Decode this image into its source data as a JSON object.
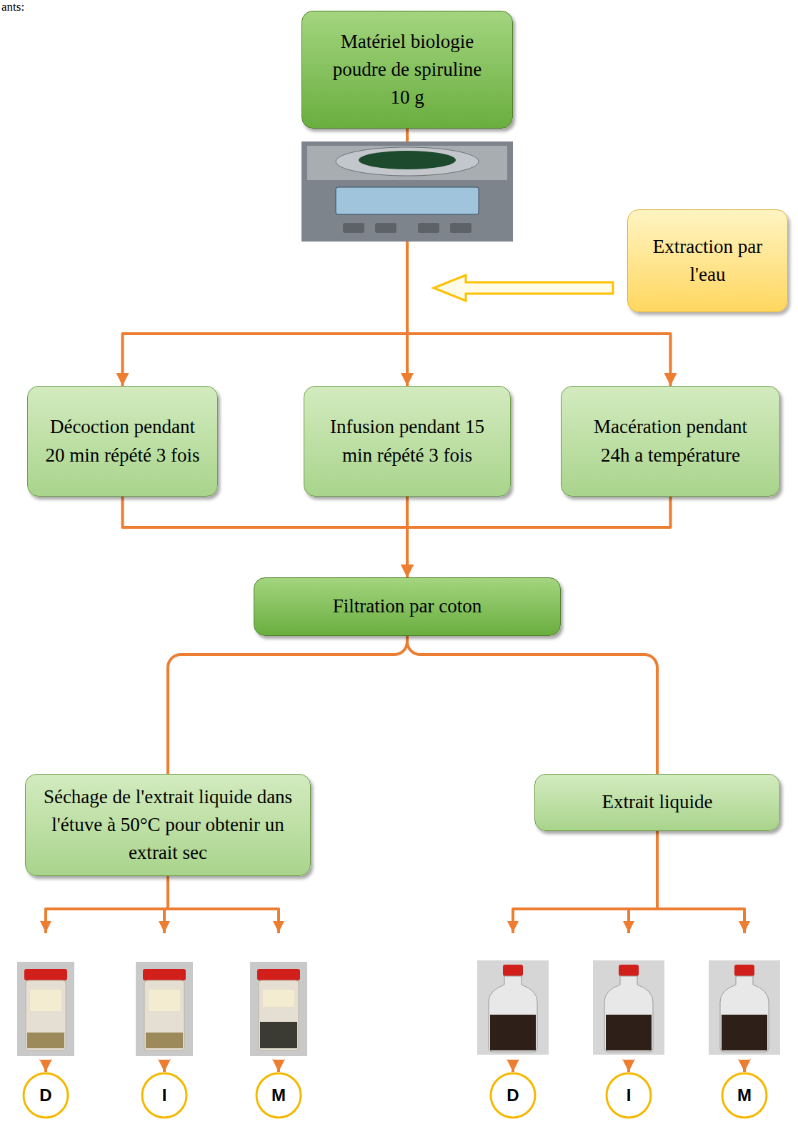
{
  "diagram": {
    "nodes": [
      {
        "text": [
          "Matériel biologie poudre de spiruline 10 g"
        ]
      },
      {
        "text": [
          "Extraction par l'eau"
        ]
      },
      {
        "text": [
          "Décoction pendant 20 min répété 3 fois"
        ]
      },
      {
        "text": [
          "Infusion pendant 15 min répété 3 fois"
        ]
      },
      {
        "text": [
          "Macération pendant 24h a température"
        ]
      },
      {
        "text": [
          "Filtration par coton"
        ]
      },
      {
        "text": [
          "Séchage de l'extrait liquide dans l'étuve à 50°C pour obtenir un extrait sec"
        ]
      },
      {
        "text": [
          "Extrait liquide"
        ]
      },
      {
        "text": [
          "D"
        ]
      },
      {
        "text": [
          "I"
        ]
      },
      {
        "text": [
          "M"
        ]
      },
      {
        "text": [
          "D"
        ]
      },
      {
        "text": [
          "I"
        ]
      },
      {
        "text": [
          "M"
        ]
      }
    ],
    "edges": [
      {
        "from": 0,
        "to": 2,
        "arrow": "to"
      },
      {
        "from": 0,
        "to": 3,
        "arrow": "to"
      },
      {
        "from": 0,
        "to": 4,
        "arrow": "to"
      },
      {
        "from": 2,
        "to": 5,
        "arrow": "to"
      },
      {
        "from": 3,
        "to": 5,
        "arrow": "to"
      },
      {
        "from": 4,
        "to": 5,
        "arrow": "to"
      },
      {
        "from": 5,
        "to": 6,
        "arrow": "none"
      },
      {
        "from": 5,
        "to": 7,
        "arrow": "none"
      },
      {
        "from": 6,
        "to": 8,
        "arrow": "to"
      },
      {
        "from": 6,
        "to": 9,
        "arrow": "to"
      },
      {
        "from": 6,
        "to": 10,
        "arrow": "to"
      },
      {
        "from": 7,
        "to": 11,
        "arrow": "to"
      },
      {
        "from": 7,
        "to": 12,
        "arrow": "to"
      },
      {
        "from": 7,
        "to": 13,
        "arrow": "to"
      }
    ],
    "labels": [
      "ants:"
    ]
  }
}
